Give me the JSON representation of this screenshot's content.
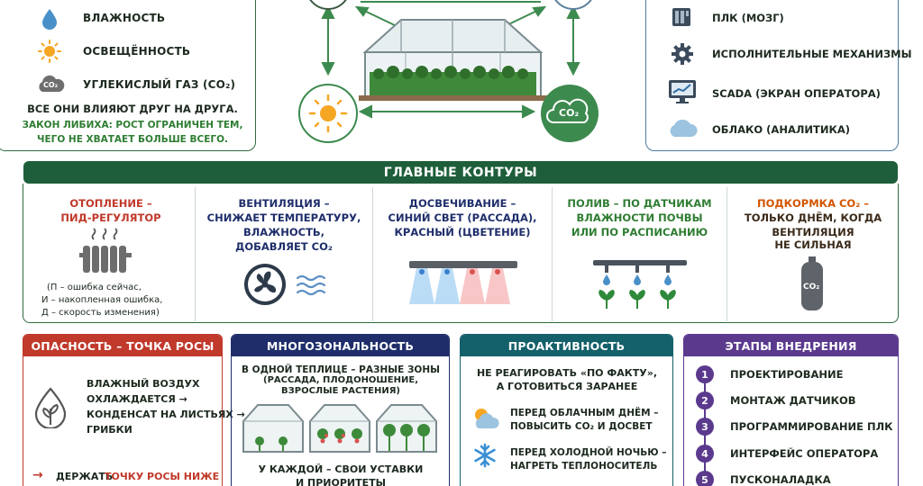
{
  "factors": {
    "humidity": "ВЛАЖНОСТЬ",
    "light": "ОСВЕЩЁННОСТЬ",
    "co2": "УГЛЕКИСЛЫЙ ГАЗ (CO₂)",
    "co2_icon": "CO₂",
    "note_main": "ВСЕ ОНИ ВЛИЯЮТ ДРУГ НА ДРУГА.",
    "note_law_1": "ЗАКОН ЛИБИХА: РОСТ ОГРАНИЧЕН ТЕМ,",
    "note_law_2": "ЧЕГО НЕ ХВАТАЕТ БОЛЬШЕ ВСЕГО."
  },
  "center": {
    "co2_circle": "CO₂"
  },
  "system": {
    "items": [
      {
        "label": "ПЛК (МОЗГ)",
        "icon": "plc-icon"
      },
      {
        "label": "ИСПОЛНИТЕЛЬНЫЕ МЕХАНИЗМЫ",
        "icon": "gear-icon"
      },
      {
        "label": "SCADA (ЭКРАН ОПЕРАТОРА)",
        "icon": "monitor-icon"
      },
      {
        "label": "ОБЛАКО (АНАЛИТИКА)",
        "icon": "cloud-icon"
      }
    ]
  },
  "loops": {
    "title": "ГЛАВНЫЕ КОНТУРЫ",
    "heating": {
      "l1": "ОТОПЛЕНИЕ –",
      "l2": "ПИД-РЕГУЛЯТОР",
      "p": "(П – ошибка сейчас,",
      "i": "И – накопленная ошибка,",
      "d": "Д – скорость изменения)"
    },
    "ventilation": {
      "l1": "ВЕНТИЛЯЦИЯ –",
      "l2": "СНИЖАЕТ ТЕМПЕРАТУРУ,",
      "l3": "ВЛАЖНОСТЬ,",
      "l4": "ДОБАВЛЯЕТ CO₂"
    },
    "lighting": {
      "l1": "ДОСВЕЧИВАНИЕ –",
      "l2": "СИНИЙ СВЕТ (РАССАДА),",
      "l3": "КРАСНЫЙ (ЦВЕТЕНИЕ)"
    },
    "watering": {
      "l1": "ПОЛИВ – ПО ДАТЧИКАМ",
      "l2": "ВЛАЖНОСТИ ПОЧВЫ",
      "l3": "ИЛИ ПО РАСПИСАНИЮ"
    },
    "feeding": {
      "l1": "ПОДКОРМКА CO₂ –",
      "l2": "ТОЛЬКО ДНЁМ, КОГДА",
      "l3": "ВЕНТИЛЯЦИЯ",
      "l4": "НЕ СИЛЬНАЯ",
      "tank": "CO₂"
    }
  },
  "danger": {
    "title": "ОПАСНОСТЬ – ТОЧКА РОСЫ",
    "l1": "ВЛАЖНЫЙ ВОЗДУХ",
    "l2": "ОХЛАЖДАЕТСЯ →",
    "l3": "КОНДЕНСАТ НА ЛИСТЬЯХ →",
    "l4": "ГРИБКИ",
    "keep_a": "ДЕРЖАТЬ ",
    "keep_b": "ТОЧКУ РОСЫ НИЖЕ"
  },
  "zones": {
    "title": "МНОГОЗОНАЛЬНОСТЬ",
    "l1": "В ОДНОЙ ТЕПЛИЦЕ – РАЗНЫЕ ЗОНЫ",
    "l2": "(РАССАДА, ПЛОДОНОШЕНИЕ,",
    "l3": "ВЗРОСЛЫЕ РАСТЕНИЯ)",
    "b1": "У КАЖДОЙ – СВОИ УСТАВКИ",
    "b2": "И ПРИОРИТЕТЫ"
  },
  "proactive": {
    "title": "ПРОАКТИВНОСТЬ",
    "l1": "НЕ РЕАГИРОВАТЬ «ПО ФАКТУ»,",
    "l2": "А ГОТОВИТЬСЯ ЗАРАНЕЕ",
    "cloudy1": "ПЕРЕД ОБЛАЧНЫМ ДНЁМ –",
    "cloudy2": "ПОВЫСИТЬ CO₂ И ДОСВЕТ",
    "cold1": "ПЕРЕД ХОЛОДНОЙ НОЧЬЮ –",
    "cold2": "НАГРЕТЬ ТЕПЛОНОСИТЕЛЬ"
  },
  "stages": {
    "title": "ЭТАПЫ ВНЕДРЕНИЯ",
    "items": [
      {
        "num": "1",
        "label": "ПРОЕКТИРОВАНИЕ"
      },
      {
        "num": "2",
        "label": "МОНТАЖ ДАТЧИКОВ"
      },
      {
        "num": "3",
        "label": "ПРОГРАММИРОВАНИЕ ПЛК"
      },
      {
        "num": "4",
        "label": "ИНТЕРФЕЙС ОПЕРАТОРА"
      },
      {
        "num": "5",
        "label": "ПУСКОНАЛАДКА"
      }
    ]
  },
  "colors": {
    "green_dark": "#1e5e3a",
    "red": "#c0392b",
    "navy": "#1f2e6b",
    "teal": "#14606b",
    "purple": "#5b3a8e",
    "orange": "#d35400"
  }
}
